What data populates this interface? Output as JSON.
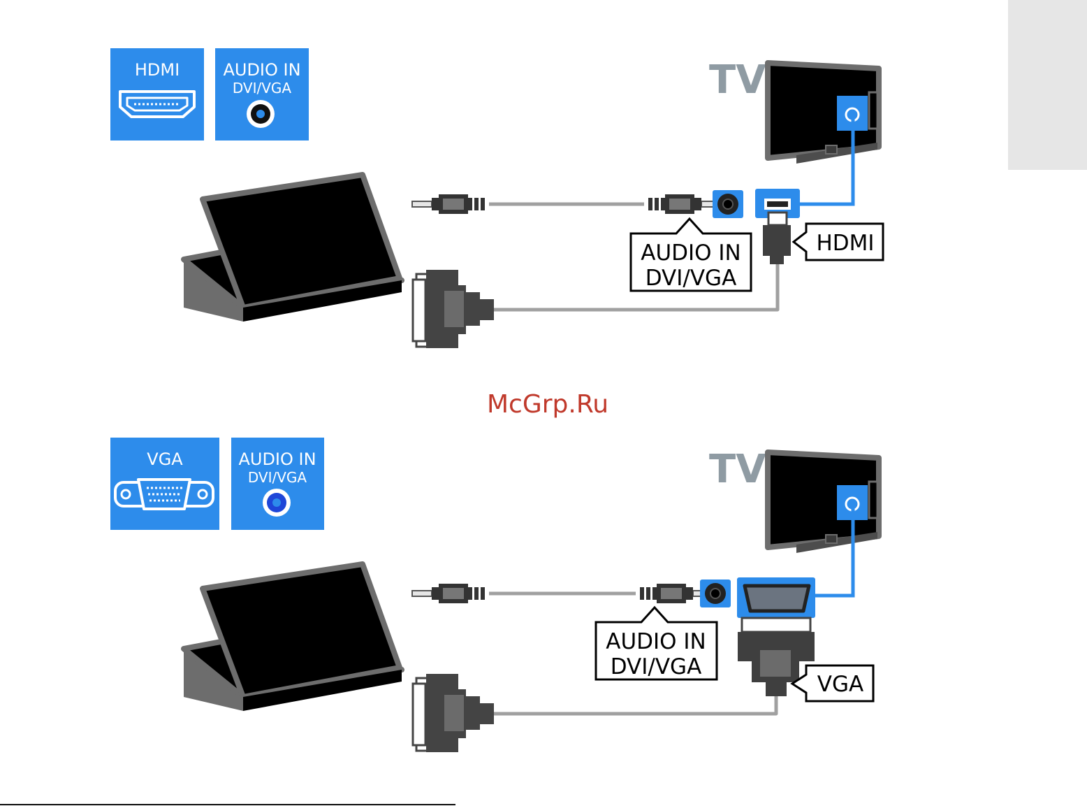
{
  "colors": {
    "accent_blue": "#2d8ceb",
    "tv_label_gray": "#8f9ba3",
    "device_black": "#000000",
    "device_edge": "#6d6d6d",
    "cable_gray": "#a0a0a0",
    "side_tab": "#e6e6e6",
    "watermark_red": "#c0392b"
  },
  "diagram_top": {
    "badges": [
      {
        "label": "HDMI",
        "icon": "hdmi-port-icon"
      },
      {
        "label_line1": "AUDIO IN",
        "label_line2": "DVI/VGA",
        "icon": "audio-jack-icon"
      }
    ],
    "tv_label": "TV",
    "callout_audio_line1": "AUDIO IN",
    "callout_audio_line2": "DVI/VGA",
    "callout_video": "HDMI"
  },
  "watermark": "McGrp.Ru",
  "diagram_bottom": {
    "badges": [
      {
        "label": "VGA",
        "icon": "vga-port-icon"
      },
      {
        "label_line1": "AUDIO IN",
        "label_line2": "DVI/VGA",
        "icon": "audio-jack-icon"
      }
    ],
    "tv_label": "TV",
    "callout_audio_line1": "AUDIO IN",
    "callout_audio_line2": "DVI/VGA",
    "callout_video": "VGA"
  }
}
